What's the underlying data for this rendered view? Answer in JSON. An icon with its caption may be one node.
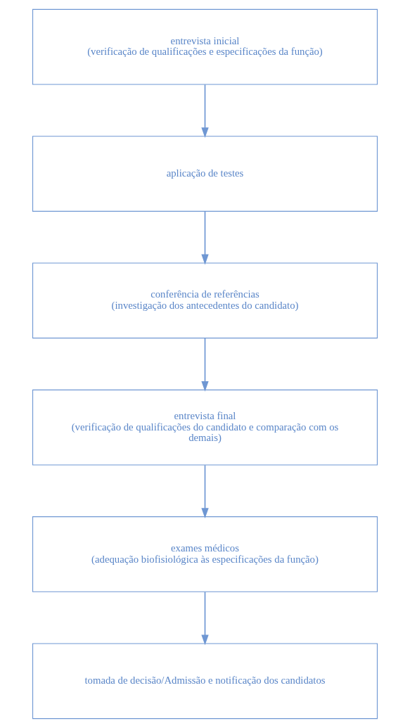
{
  "diagram": {
    "nodes": [
      {
        "text": [
          "entrevista inicial",
          "(verificação de qualificações e especificações da função)"
        ]
      },
      {
        "text": [
          "aplicação de testes"
        ]
      },
      {
        "text": [
          "conferência de referências",
          "(investigação dos antecedentes do candidato)"
        ]
      },
      {
        "text": [
          "entrevista final",
          "(verificação de qualificações do candidato e comparação com os demais)"
        ]
      },
      {
        "text": [
          "exames médicos",
          "(adequação biofisiológica às especificações da função)"
        ]
      },
      {
        "text": [
          "tomada de decisão/Admissão e notificação dos candidatos"
        ]
      }
    ],
    "edges": [
      {
        "from": 0,
        "to": 1,
        "arrow": "to"
      },
      {
        "from": 1,
        "to": 2,
        "arrow": "to"
      },
      {
        "from": 2,
        "to": 3,
        "arrow": "to"
      },
      {
        "from": 3,
        "to": 4,
        "arrow": "to"
      },
      {
        "from": 4,
        "to": 5,
        "arrow": "to"
      }
    ]
  }
}
